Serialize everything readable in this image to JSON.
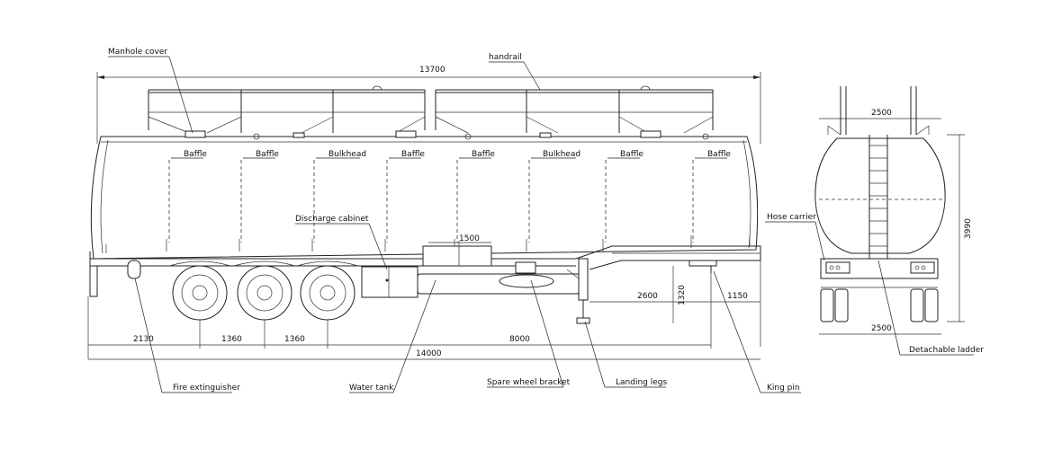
{
  "labels": {
    "manhole_cover": "Manhole cover",
    "handrail": "handrail",
    "baffle": "Baffle",
    "bulkhead": "Bulkhead",
    "discharge_cabinet": "Discharge cabinet",
    "hose_carrier": "Hose carrier",
    "fire_extinguisher": "Fire extinguisher",
    "water_tank": "Water tank",
    "spare_wheel_bracket": "Spare wheel bracket",
    "landing_legs": "Landing legs",
    "king_pin": "King pin",
    "detachable_ladder": "Detachable ladder"
  },
  "dimensions": {
    "overall_top": "13700",
    "overall_bottom": "14000",
    "front_overhang": "2130",
    "axle_spacing_1": "1360",
    "axle_spacing_2": "1360",
    "wheelbase": "8000",
    "cabinet_width": "1500",
    "kingpin_to_leg": "2600",
    "kingpin_height": "1320",
    "kingpin_front": "1150",
    "rear_width_top": "2500",
    "rear_width_bottom": "2500",
    "overall_height": "3990"
  }
}
